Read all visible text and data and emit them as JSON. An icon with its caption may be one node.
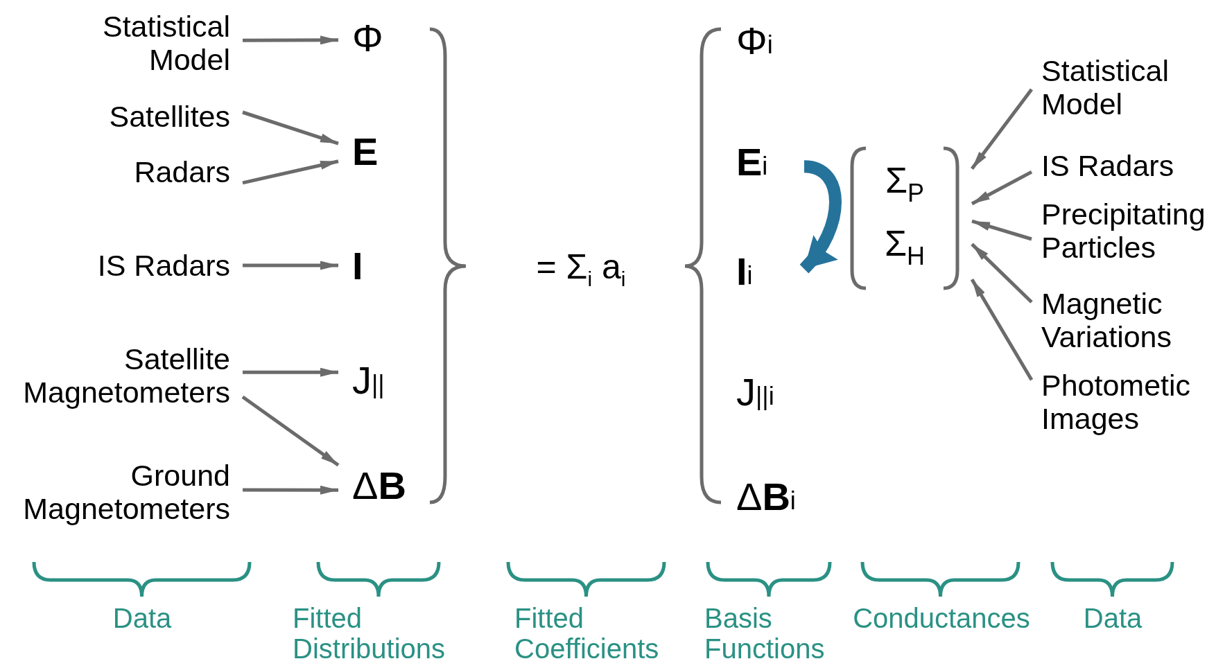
{
  "diagram": {
    "nodes": [
      {
        "text": [
          "Statistical Model"
        ]
      },
      {
        "text": [
          "Satellites"
        ]
      },
      {
        "text": [
          "Radars"
        ]
      },
      {
        "text": [
          "IS Radars"
        ]
      },
      {
        "text": [
          "Satellite Magnetometers"
        ]
      },
      {
        "text": [
          "Ground Magnetometers"
        ]
      },
      {
        "text": [
          "Φ"
        ]
      },
      {
        "text": [
          "E"
        ]
      },
      {
        "text": [
          "I"
        ]
      },
      {
        "text": [
          "J$_{||}$"
        ]
      },
      {
        "text": [
          "Δ**B**"
        ]
      },
      {
        "text": [
          "Φ$_{i}$"
        ]
      },
      {
        "text": [
          "**E**$_{i}$"
        ]
      },
      {
        "text": [
          "**I**$_{i}$"
        ]
      },
      {
        "text": [
          "J$_{||i}$"
        ]
      },
      {
        "text": [
          "Δ**B**$_{i}$"
        ]
      },
      {
        "text": [
          "Σ$_{P}$",
          "Σ$_{H}$"
        ]
      },
      {
        "text": [
          "Statistical Model"
        ]
      },
      {
        "text": [
          "IS Radars"
        ]
      },
      {
        "text": [
          "Precipitating Particles"
        ]
      },
      {
        "text": [
          "Magnetic Variations"
        ]
      },
      {
        "text": [
          "Photometic Images"
        ]
      }
    ],
    "edges": [
      {
        "from": 0,
        "to": 6,
        "arrow": "to"
      },
      {
        "from": 1,
        "to": 7,
        "arrow": "to"
      },
      {
        "from": 2,
        "to": 7,
        "arrow": "to"
      },
      {
        "from": 3,
        "to": 8,
        "arrow": "to"
      },
      {
        "from": 4,
        "to": 9,
        "arrow": "to"
      },
      {
        "from": 4,
        "to": 10,
        "arrow": "to"
      },
      {
        "from": 5,
        "to": 10,
        "arrow": "to"
      },
      {
        "from": 12,
        "to": 13,
        "arrow": "to",
        "style": "thick",
        "color": "#25739a"
      },
      {
        "from": 17,
        "to": 16,
        "arrow": "to"
      },
      {
        "from": 18,
        "to": 16,
        "arrow": "to"
      },
      {
        "from": 19,
        "to": 16,
        "arrow": "to"
      },
      {
        "from": 20,
        "to": 16,
        "arrow": "to"
      },
      {
        "from": 21,
        "to": 16,
        "arrow": "to"
      }
    ],
    "labels": [
      "= Σ$_{i}$ a$_{i}$",
      "Data",
      "Fitted Distributions",
      "Fitted Coefficients",
      "Basis Functions",
      "Conductances",
      "Data"
    ]
  }
}
